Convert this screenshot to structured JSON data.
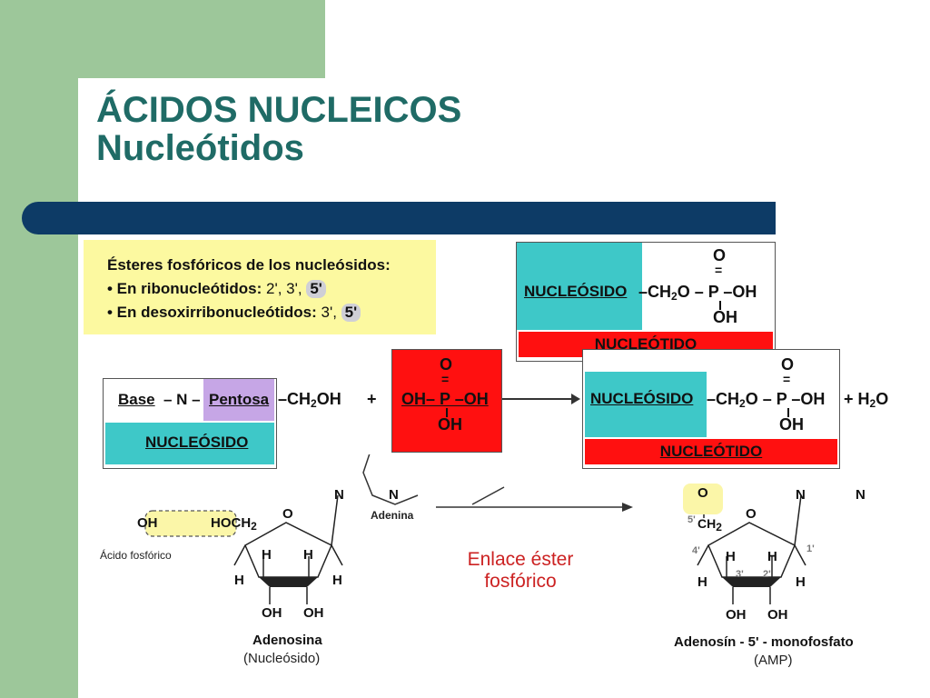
{
  "slide": {
    "title_line1": "ÁCIDOS NUCLEICOS",
    "title_line2": "Nucleótidos"
  },
  "info_box": {
    "heading": "Ésteres fosfóricos de los nucleósidos:",
    "ribo_label": "• En ribonucleótidos:",
    "ribo_values": "2', 3',",
    "ribo_highlight": "5'",
    "deoxy_label": "• En desoxirribonucleótidos:",
    "deoxy_values": "3',",
    "deoxy_highlight": "5'"
  },
  "top_right": {
    "nucleosido": "NUCLEÓSIDO",
    "formula": "–CH2O – P –OH",
    "o_top": "O",
    "oh_bottom": "OH",
    "nucleotido": "NUCLEÓTIDO"
  },
  "reaction": {
    "base": "Base",
    "dash_n": "– N –",
    "pentosa": "Pentosa",
    "ch2oh": "–CH2OH",
    "plus": "+",
    "nucleosido": "NUCLEÓSIDO",
    "acid_o": "O",
    "acid_formula": "OH– P –OH",
    "acid_oh": "OH",
    "product_nucleosido": "NUCLEÓSIDO",
    "product_formula": "–CH2O – P –OH",
    "product_o": "O",
    "product_oh": "OH",
    "plus_water": "+ H2O",
    "product_nucleotido": "NUCLEÓTIDO"
  },
  "bottom": {
    "acido_fosforico": "Ácido fosfórico",
    "oh_left": "OH",
    "ho_ch2": "HOCH2",
    "adenina": "Adenina",
    "adenosina": "Adenosina",
    "nucleosido_paren": "(Nucleósido)",
    "enlace_1": "Enlace éster",
    "enlace_2": "fosfórico",
    "amp_name": "Adenosín - 5' - monofosfato",
    "amp_abbr": "(AMP)",
    "ring_o": "O",
    "h": "H",
    "oh": "OH",
    "n": "N",
    "prime5": "5'",
    "prime4": "4'",
    "prime3": "3'",
    "prime2": "2'",
    "prime1": "1'",
    "ch2": "CH2"
  },
  "colors": {
    "green": "#9dc79a",
    "title": "#1f6b66",
    "blue_bar": "#0d3b66",
    "yellow": "#fcf9a0",
    "teal": "#3ec8c8",
    "red": "#ff1010",
    "lavender": "#c6a6e6",
    "caption_red": "#cc2222"
  }
}
